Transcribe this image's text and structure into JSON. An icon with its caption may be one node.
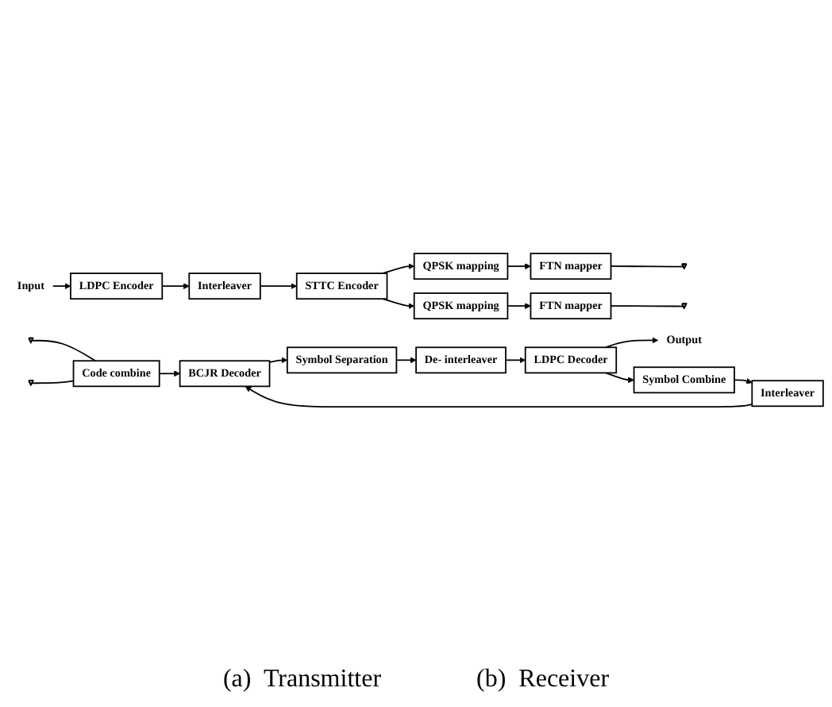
{
  "diagram": {
    "nodes": [
      {
        "text": [
          "Input"
        ]
      },
      {
        "text": [
          "LDPC Encoder"
        ]
      },
      {
        "text": [
          "Interleaver"
        ]
      },
      {
        "text": [
          "STTC Encoder"
        ]
      },
      {
        "text": [
          "QPSK mapping"
        ]
      },
      {
        "text": [
          "FTN mapper"
        ]
      },
      {
        "text": [
          "QPSK mapping"
        ]
      },
      {
        "text": [
          "FTN mapper"
        ]
      },
      {
        "text": [],
        "shape": "antenna"
      },
      {
        "text": [],
        "shape": "antenna"
      },
      {
        "text": [],
        "shape": "antenna"
      },
      {
        "text": [],
        "shape": "antenna"
      },
      {
        "text": [
          "Code combine"
        ]
      },
      {
        "text": [
          "BCJR Decoder"
        ]
      },
      {
        "text": [
          "Symbol Separation"
        ]
      },
      {
        "text": [
          "De- interleaver"
        ]
      },
      {
        "text": [
          "LDPC Decoder"
        ]
      },
      {
        "text": [
          "Output"
        ]
      },
      {
        "text": [
          "Symbol Combine"
        ]
      },
      {
        "text": [
          "Interleaver"
        ]
      }
    ],
    "edges": [
      {
        "from": 0,
        "to": 1,
        "arrow": "to"
      },
      {
        "from": 1,
        "to": 2,
        "arrow": "to"
      },
      {
        "from": 2,
        "to": 3,
        "arrow": "to"
      },
      {
        "from": 3,
        "to": 4,
        "arrow": "to"
      },
      {
        "from": 3,
        "to": 6,
        "arrow": "to"
      },
      {
        "from": 4,
        "to": 5,
        "arrow": "to"
      },
      {
        "from": 6,
        "to": 7,
        "arrow": "to"
      },
      {
        "from": 5,
        "to": 8,
        "arrow": "none"
      },
      {
        "from": 7,
        "to": 9,
        "arrow": "none"
      },
      {
        "from": 10,
        "to": 12,
        "arrow": "none"
      },
      {
        "from": 11,
        "to": 12,
        "arrow": "none"
      },
      {
        "from": 12,
        "to": 13,
        "arrow": "to"
      },
      {
        "from": 13,
        "to": 14,
        "arrow": "to"
      },
      {
        "from": 14,
        "to": 15,
        "arrow": "to"
      },
      {
        "from": 15,
        "to": 16,
        "arrow": "to"
      },
      {
        "from": 16,
        "to": 17,
        "arrow": "to"
      },
      {
        "from": 16,
        "to": 18,
        "arrow": "to"
      },
      {
        "from": 18,
        "to": 19,
        "arrow": "to"
      },
      {
        "from": 19,
        "to": 13,
        "arrow": "to"
      }
    ],
    "labels": [
      "(a)  Transmitter",
      "(b)  Receiver"
    ]
  }
}
